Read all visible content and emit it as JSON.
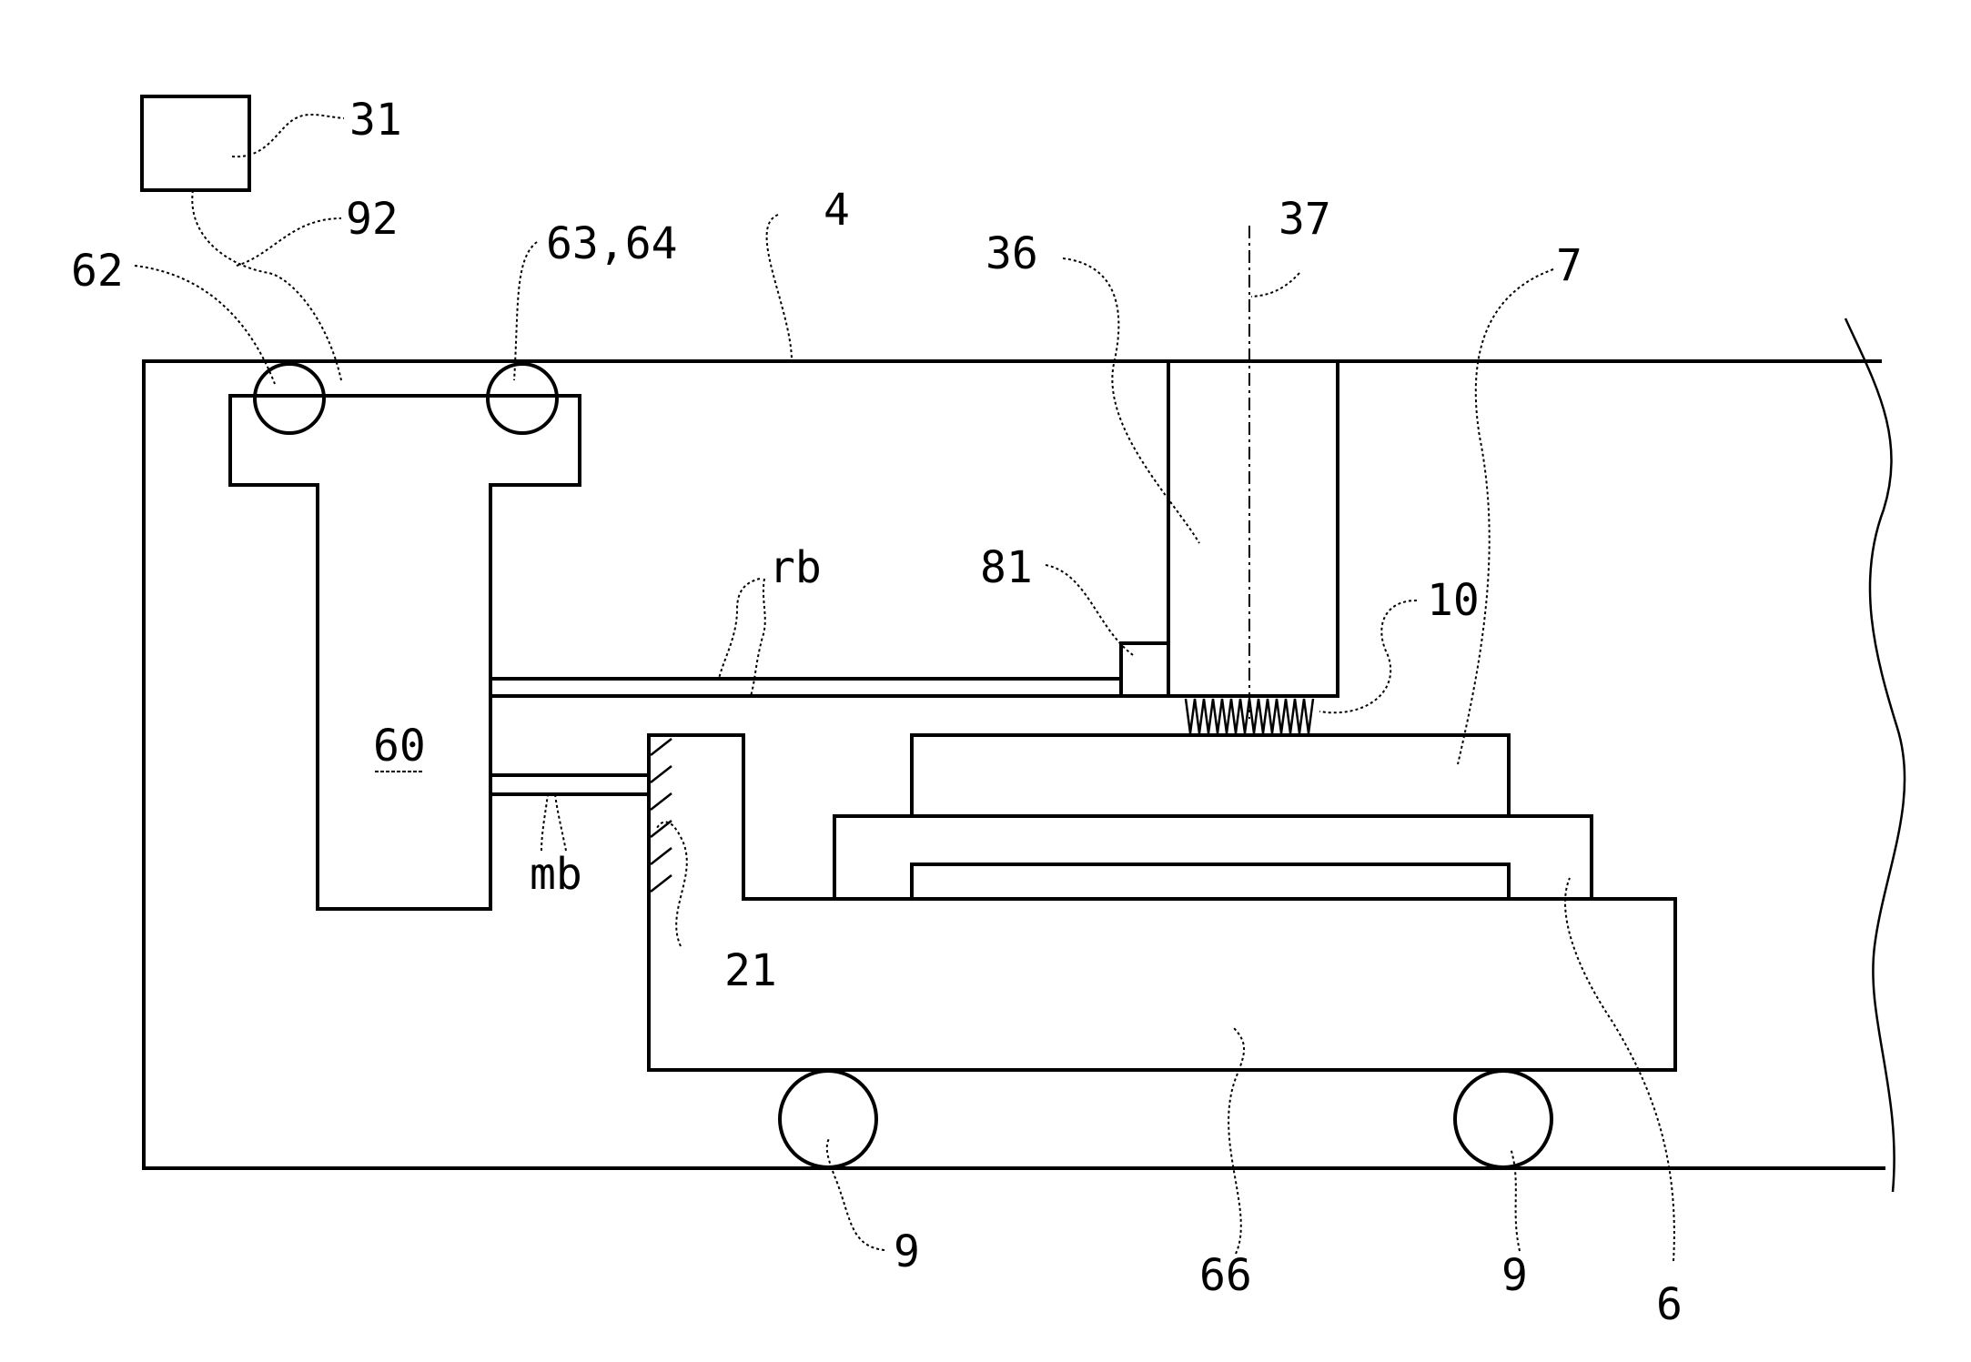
{
  "labels": {
    "l31": "31",
    "l92": "92",
    "l62": "62",
    "l6364": "63,64",
    "l4": "4",
    "l36": "36",
    "l37": "37",
    "l7": "7",
    "l81": "81",
    "l10": "10",
    "lrb": "rb",
    "l60": "60",
    "lmb": "mb",
    "l21": "21",
    "l9a": "9",
    "l66": "66",
    "l9b": "9",
    "l6": "6"
  }
}
